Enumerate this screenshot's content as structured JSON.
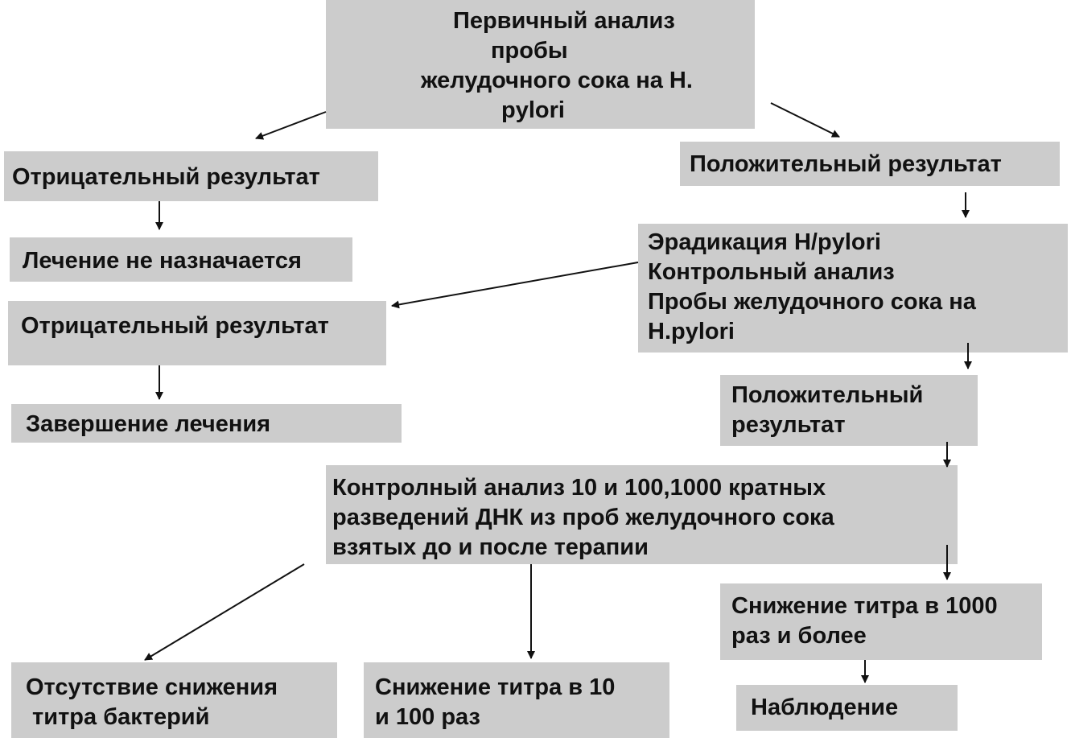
{
  "nodes": {
    "primary_analysis": [
      "Первичный анализ",
      "пробы",
      "желудочного сока на Н.",
      "pylori"
    ],
    "negative_result_1": [
      "Отрицательный результат"
    ],
    "no_treatment": [
      "Лечение не назначается"
    ],
    "positive_result_1": [
      "Положительный результат"
    ],
    "eradication_control": [
      "Эрадикация H/pylori",
      "Контрольный анализ",
      "Пробы желудочного сока на",
      "H.pylori"
    ],
    "negative_result_2": [
      "Отрицательный результат"
    ],
    "treatment_complete": [
      "Завершение лечения"
    ],
    "positive_result_2": [
      "Положительный",
      "результат"
    ],
    "dna_dilution_analysis": [
      "Контролный анализ 10 и 100,1000 кратных",
      "разведений ДНК из проб желудочного сока",
      "взятых до и после терапии"
    ],
    "titer_drop_1000": [
      "Снижение титра в 1000",
      "раз и более"
    ],
    "no_titer_drop": [
      "Отсутствие снижения",
      " титра бактерий"
    ],
    "titer_drop_10_100": [
      "Снижение титра в 10",
      "и 100 раз"
    ],
    "observation": [
      "Наблюдение"
    ]
  },
  "colors": {
    "box_fill": "#cccccc",
    "text": "#111111",
    "arrow": "#111111"
  }
}
